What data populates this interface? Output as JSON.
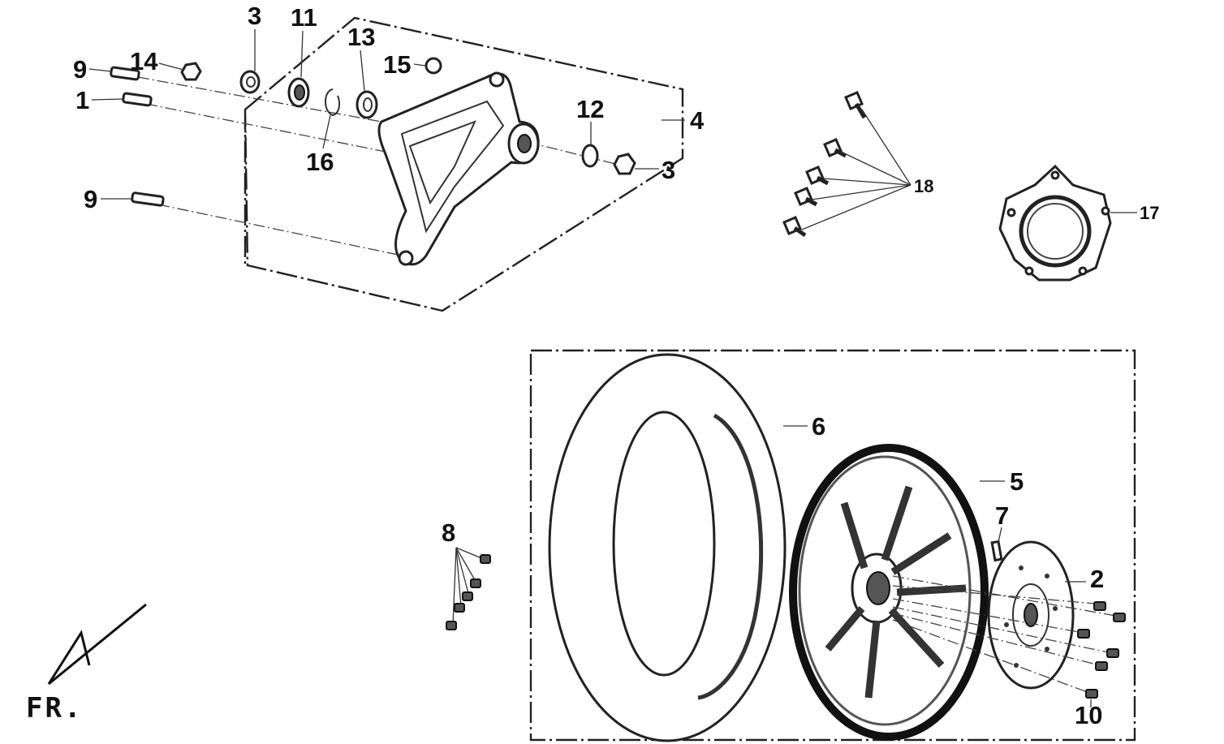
{
  "diagram": {
    "direction_label": "FR.",
    "callouts": {
      "c1": "1",
      "c2": "2",
      "c3a": "3",
      "c3b": "3",
      "c4": "4",
      "c5": "5",
      "c6": "6",
      "c7": "7",
      "c8": "8",
      "c9a": "9",
      "c9b": "9",
      "c10": "10",
      "c11": "11",
      "c12": "12",
      "c13": "13",
      "c14": "14",
      "c15": "15",
      "c16": "16",
      "c17": "17",
      "c18": "18"
    },
    "parts": [
      {
        "number": "1",
        "name": "stud bolt"
      },
      {
        "number": "2",
        "name": "brake disc"
      },
      {
        "number": "3",
        "name": "nut"
      },
      {
        "number": "4",
        "name": "rear swing arm assembly"
      },
      {
        "number": "5",
        "name": "rear wheel rim"
      },
      {
        "number": "6",
        "name": "rear tire"
      },
      {
        "number": "7",
        "name": "tire valve"
      },
      {
        "number": "8",
        "name": "balance weights"
      },
      {
        "number": "9",
        "name": "stud bolt"
      },
      {
        "number": "10",
        "name": "disc bolt"
      },
      {
        "number": "11",
        "name": "bearing"
      },
      {
        "number": "12",
        "name": "oil seal"
      },
      {
        "number": "13",
        "name": "collar"
      },
      {
        "number": "14",
        "name": "nut"
      },
      {
        "number": "15",
        "name": "cap"
      },
      {
        "number": "16",
        "name": "circlip"
      },
      {
        "number": "17",
        "name": "sprocket hub plate"
      },
      {
        "number": "18",
        "name": "bolts"
      }
    ]
  }
}
